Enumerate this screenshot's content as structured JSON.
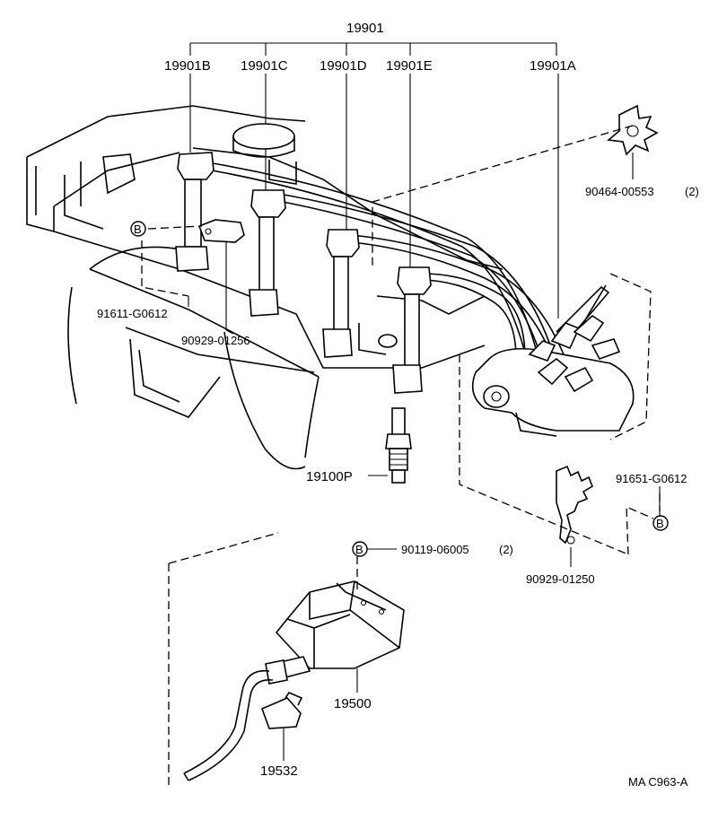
{
  "labels": {
    "main_assembly": "19901",
    "cord_b": "19901B",
    "cord_c": "19901C",
    "cord_d": "19901D",
    "cord_e": "19901E",
    "cord_a": "19901A",
    "clamp_rear": "90464-00553",
    "clamp_rear_qty": "(2)",
    "bolt_left": "91611-G0612",
    "clamp_left": "90929-01256",
    "spark_plug": "19100P",
    "bolt_right": "91651-G0612",
    "bolt_coil": "90119-06005",
    "bolt_coil_qty": "(2)",
    "clamp_right": "90929-01250",
    "ignition_coil": "19500",
    "coil_cap": "19532",
    "diagram_code": "MA C963-A"
  },
  "markers": {
    "bolt_marker": "B"
  }
}
